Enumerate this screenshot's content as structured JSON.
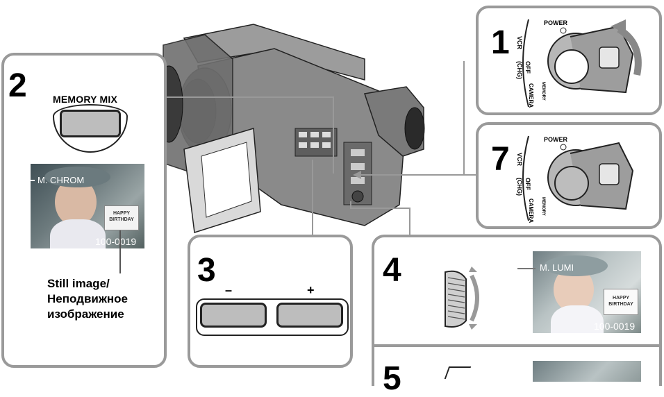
{
  "steps": {
    "s1": "1",
    "s2": "2",
    "s3": "3",
    "s4": "4",
    "s5": "5",
    "s7": "7"
  },
  "dial": {
    "power": "POWER",
    "vcr": "VCR",
    "off": "OFF",
    "chg": "(CHG)",
    "camera": "CAMERA",
    "memory": "MEMORY"
  },
  "memory_mix": {
    "label": "MEMORY MIX"
  },
  "step2_photo": {
    "mode": "M. CHROM",
    "card_line1": "HAPPY",
    "card_line2": "BIRTHDAY",
    "file_number": "100-0019"
  },
  "caption": {
    "line1": "Still image/",
    "line2": "Неподвижное",
    "line3": "изображение"
  },
  "step3": {
    "minus": "–",
    "plus": "+"
  },
  "step4_photo": {
    "mode": "M. LUMI",
    "card_line1": "HAPPY",
    "card_line2": "BIRTHDAY",
    "file_number": "100-0019"
  },
  "colors": {
    "panel_border": "#9a9a9a",
    "button_fill": "#bdbdbd",
    "camera_body": "#8a8a8a"
  }
}
